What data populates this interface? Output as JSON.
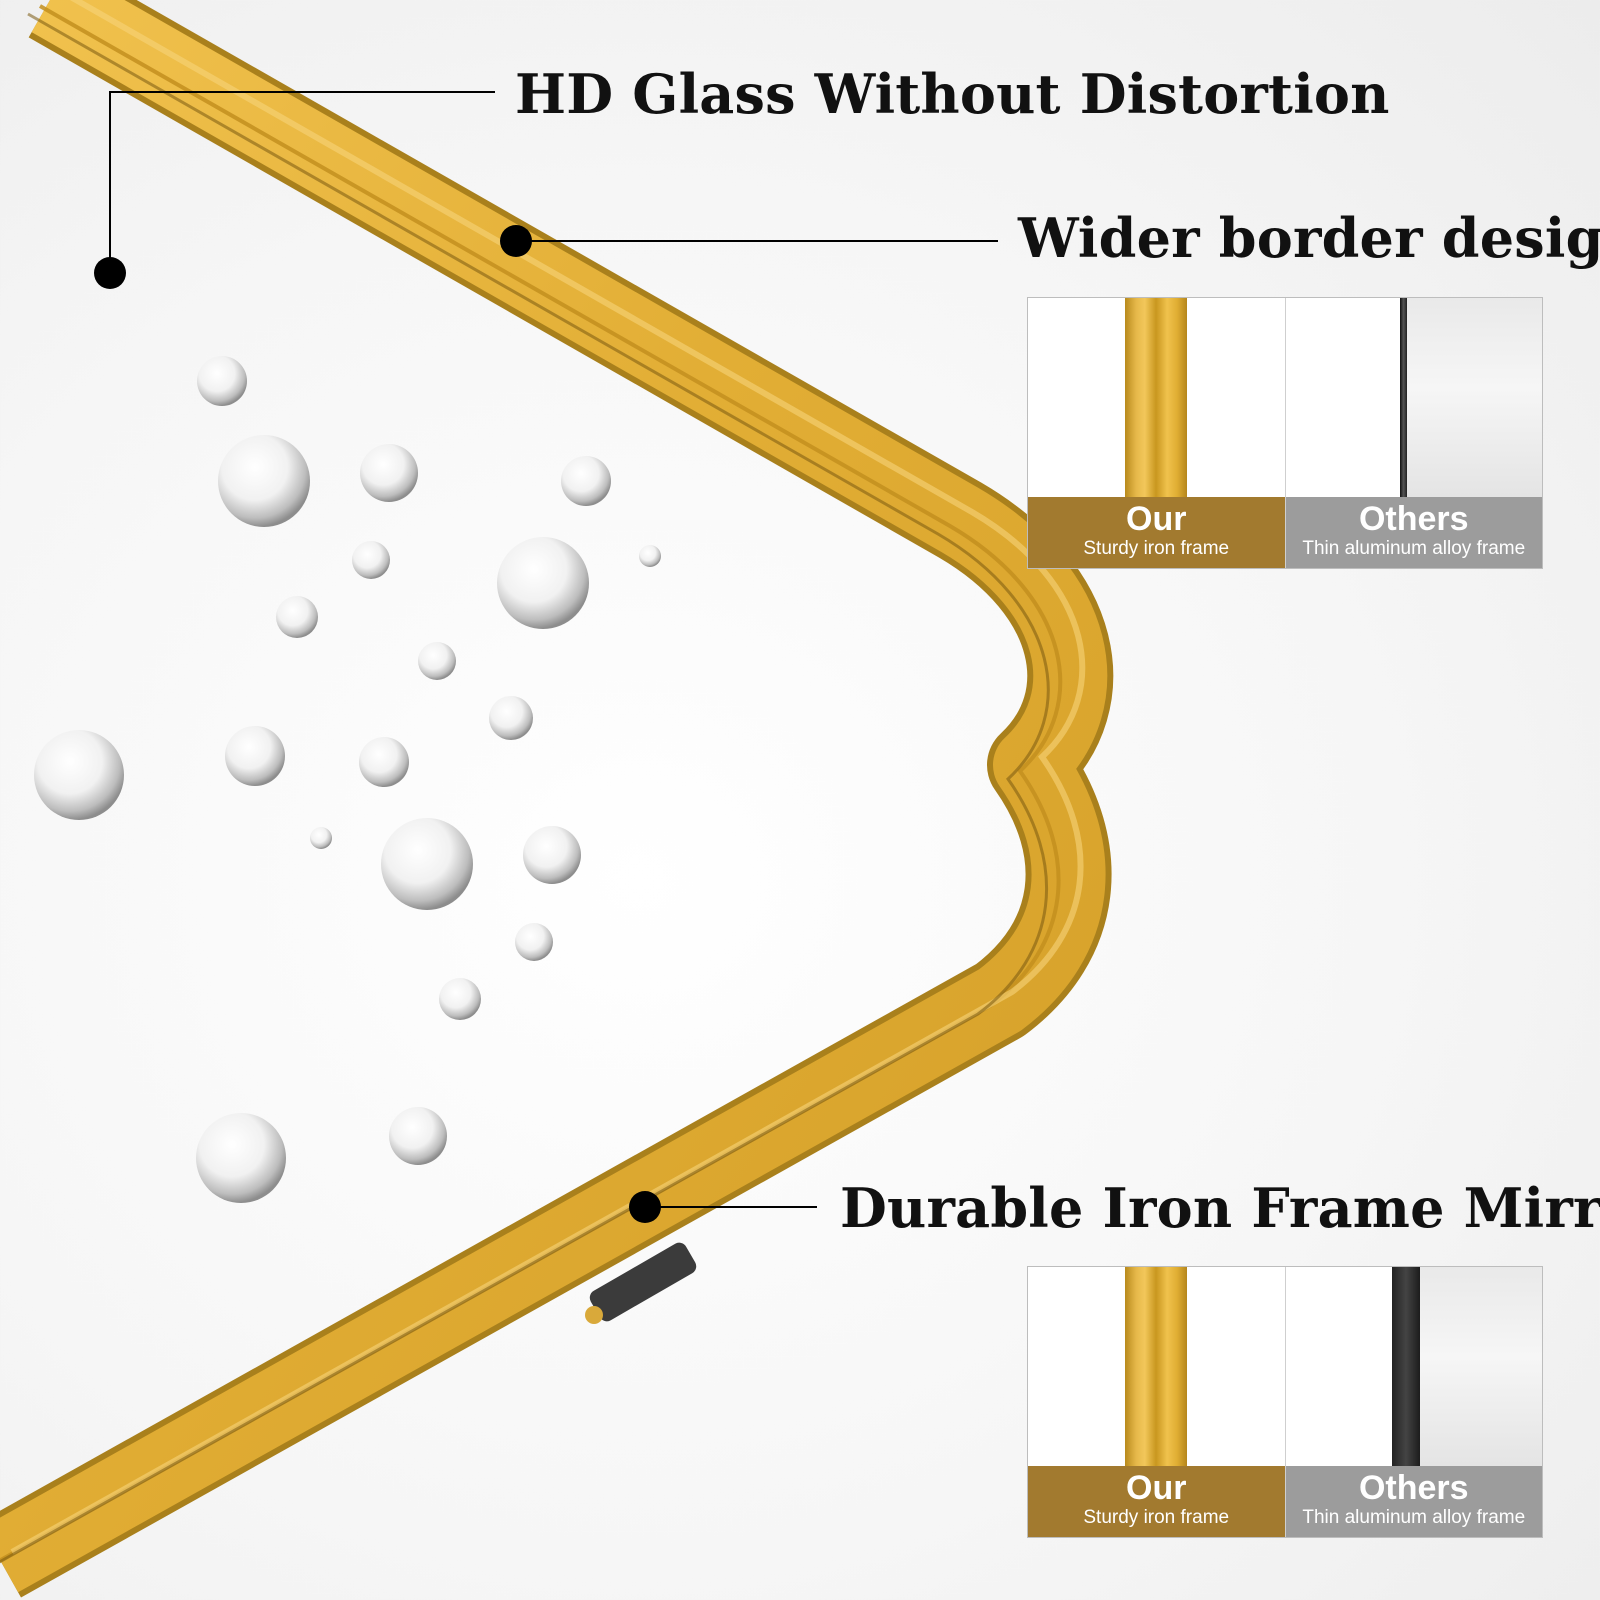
{
  "headlines": {
    "hd_glass": "HD Glass Without Distortion",
    "wider_border": "Wider border design",
    "durable_frame": "Durable Iron Frame Mirror"
  },
  "comparisons": [
    {
      "our_title": "Our",
      "our_subtitle": "Sturdy iron frame",
      "others_title": "Others",
      "others_subtitle": "Thin aluminum alloy frame"
    },
    {
      "our_title": "Our",
      "our_subtitle": "Sturdy iron frame",
      "others_title": "Others",
      "others_subtitle": "Thin aluminum alloy frame"
    }
  ],
  "colors": {
    "gold": "#e8b83a",
    "our_label_bg": "#a27a2f",
    "others_label_bg": "#9c9c9c",
    "callout_line": "#000000"
  },
  "icons": [
    "callout-dot-icon",
    "water-droplet-icon"
  ]
}
